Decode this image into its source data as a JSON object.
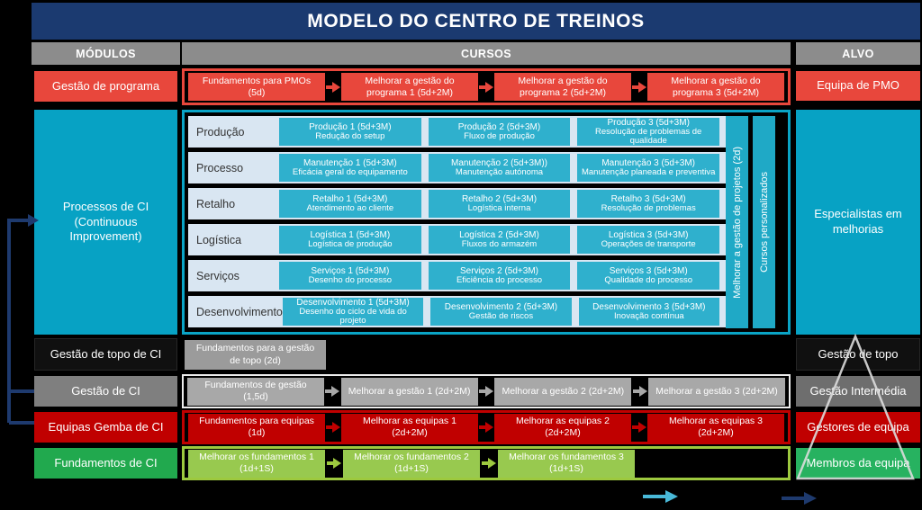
{
  "title": "MODELO DO CENTRO DE TREINOS",
  "column_headers": {
    "modules": "MÓDULOS",
    "courses": "CURSOS",
    "targets": "ALVO"
  },
  "program_row": {
    "module": "Gestão de programa",
    "courses": [
      "Fundamentos para PMOs (5d)",
      "Melhorar a gestão do programa 1 (5d+2M)",
      "Melhorar a gestão do programa 2 (5d+2M)",
      "Melhorar a gestão do programa 3 (5d+2M)"
    ],
    "target": "Equipa de PMO"
  },
  "ci_block": {
    "module_line1": "Processos de CI",
    "module_line2": "(Continuous Improvement)",
    "bands": [
      {
        "label": "Produção",
        "courses": [
          {
            "title": "Produção 1 (5d+3M)",
            "subtitle": "Redução do setup"
          },
          {
            "title": "Produção 2 (5d+3M)",
            "subtitle": "Fluxo de produção"
          },
          {
            "title": "Produção 3 (5d+3M)",
            "subtitle": "Resolução de problemas de qualidade"
          }
        ]
      },
      {
        "label": "Processo",
        "courses": [
          {
            "title": "Manutenção 1 (5d+3M)",
            "subtitle": "Eficácia geral do equipamento"
          },
          {
            "title": "Manutenção 2 (5d+3M))",
            "subtitle": "Manutenção autónoma"
          },
          {
            "title": "Manutenção 3 (5d+3M)",
            "subtitle": "Manutenção planeada e preventiva"
          }
        ]
      },
      {
        "label": "Retalho",
        "courses": [
          {
            "title": "Retalho 1 (5d+3M)",
            "subtitle": "Atendimento ao cliente"
          },
          {
            "title": "Retalho 2 (5d+3M)",
            "subtitle": "Logística interna"
          },
          {
            "title": "Retalho 3 (5d+3M)",
            "subtitle": "Resolução de problemas"
          }
        ]
      },
      {
        "label": "Logística",
        "courses": [
          {
            "title": "Logística 1 (5d+3M)",
            "subtitle": "Logística de produção"
          },
          {
            "title": "Logística 2 (5d+3M)",
            "subtitle": "Fluxos do armazém"
          },
          {
            "title": "Logística 3 (5d+3M)",
            "subtitle": "Operações de transporte"
          }
        ]
      },
      {
        "label": "Serviços",
        "courses": [
          {
            "title": "Serviços 1 (5d+3M)",
            "subtitle": "Desenho do processo"
          },
          {
            "title": "Serviços 2 (5d+3M)",
            "subtitle": "Eficiência do processo"
          },
          {
            "title": "Serviços 3 (5d+3M)",
            "subtitle": "Qualidade do processo"
          }
        ]
      },
      {
        "label": "Desenvolvimento",
        "courses": [
          {
            "title": "Desenvolvimento 1 (5d+3M)",
            "subtitle": "Desenho do ciclo de vida do projeto"
          },
          {
            "title": "Desenvolvimento 2 (5d+3M)",
            "subtitle": "Gestão de riscos"
          },
          {
            "title": "Desenvolvimento 3 (5d+3M)",
            "subtitle": "Inovação contínua"
          }
        ]
      }
    ],
    "side_bars": [
      "Melhorar a gestão de projetos (2d)",
      "Cursos personalizados"
    ],
    "target": "Especialistas em melhorias"
  },
  "top_mgmt_row": {
    "module": "Gestão de topo de CI",
    "course": "Fundamentos para a gestão de topo (2d)",
    "target": "Gestão de topo"
  },
  "ci_mgmt_row": {
    "module": "Gestão de CI",
    "courses": [
      "Fundamentos de gestão (1,5d)",
      "Melhorar a gestão 1 (2d+2M)",
      "Melhorar a gestão 2 (2d+2M)",
      "Melhorar a gestão 3 (2d+2M)"
    ],
    "target": "Gestão Intermédia"
  },
  "gemba_row": {
    "module": "Equipas Gemba de CI",
    "courses": [
      "Fundamentos para equipas (1d)",
      "Melhorar as equipas 1 (2d+2M)",
      "Melhorar as equipas 2 (2d+2M)",
      "Melhorar as equipas 3 (2d+2M)"
    ],
    "target": "Gestores de equipa"
  },
  "fundamentals_row": {
    "module": "Fundamentos de CI",
    "courses": [
      "Melhorar os fundamentos 1 (1d+1S)",
      "Melhorar os fundamentos 2 (1d+1S)",
      "Melhorar os fundamentos 3 (1d+1S)"
    ],
    "target": "Membros da equipa"
  },
  "colors": {
    "navy": "#1b3a70",
    "header_gray": "#8c8c8c",
    "red": "#e8473c",
    "dark_red": "#c00000",
    "cyan": "#07a2c4",
    "cyan_course": "#2fb0cd",
    "band_bg": "#d9e6f2",
    "gray_module": "#7f7f7f",
    "gray_course": "#a8a8a8",
    "green": "#21a94e",
    "green_light": "#98c94f",
    "green_target": "#27b260",
    "arrow_cyan": "#49b9d8",
    "pyramid_line": "#dcdcdc"
  }
}
